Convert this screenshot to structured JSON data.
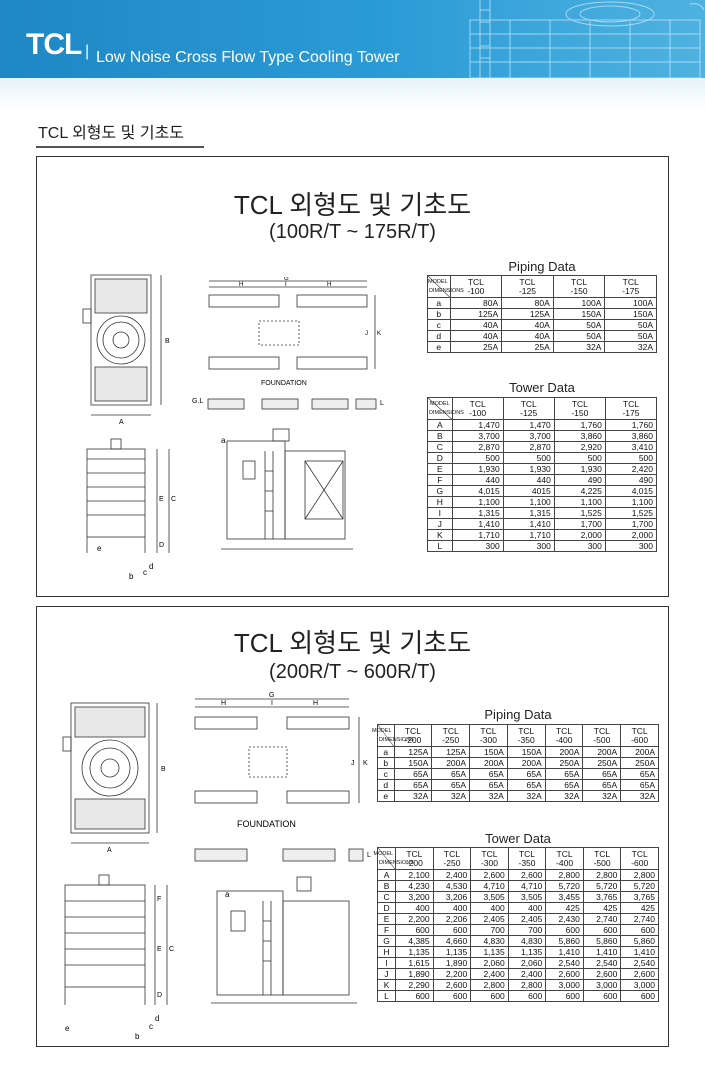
{
  "header": {
    "brand": "TCL",
    "separator": "|",
    "subtitle": "Low Noise Cross Flow Type Cooling Tower"
  },
  "section": {
    "title": "TCL 외형도 및 기초도"
  },
  "labels": {
    "foundation": "FOUNDATION",
    "model": "MODEL",
    "dimensions": "DIMENSIONS"
  },
  "panel1": {
    "title": "TCL 외형도 및 기초도",
    "subtitle": "(100R/T ~ 175R/T)",
    "piping": {
      "caption": "Piping Data",
      "models": [
        [
          "TCL",
          "-100"
        ],
        [
          "TCL",
          "-125"
        ],
        [
          "TCL",
          "-150"
        ],
        [
          "TCL",
          "-175"
        ]
      ],
      "rows": [
        [
          "a",
          "80A",
          "80A",
          "100A",
          "100A"
        ],
        [
          "b",
          "125A",
          "125A",
          "150A",
          "150A"
        ],
        [
          "c",
          "40A",
          "40A",
          "50A",
          "50A"
        ],
        [
          "d",
          "40A",
          "40A",
          "50A",
          "50A"
        ],
        [
          "e",
          "25A",
          "25A",
          "32A",
          "32A"
        ]
      ]
    },
    "tower": {
      "caption": "Tower Data",
      "models": [
        [
          "TCL",
          "-100"
        ],
        [
          "TCL",
          "-125"
        ],
        [
          "TCL",
          "-150"
        ],
        [
          "TCL",
          "-175"
        ]
      ],
      "rows": [
        [
          "A",
          "1,470",
          "1,470",
          "1,760",
          "1,760"
        ],
        [
          "B",
          "3,700",
          "3,700",
          "3,860",
          "3,860"
        ],
        [
          "C",
          "2,870",
          "2,870",
          "2,920",
          "3,410"
        ],
        [
          "D",
          "500",
          "500",
          "500",
          "500"
        ],
        [
          "E",
          "1,930",
          "1,930",
          "1,930",
          "2,420"
        ],
        [
          "F",
          "440",
          "440",
          "490",
          "490"
        ],
        [
          "G",
          "4,015",
          "4015",
          "4,225",
          "4,015"
        ],
        [
          "H",
          "1,100",
          "1,100",
          "1,100",
          "1,100"
        ],
        [
          "I",
          "1,315",
          "1,315",
          "1,525",
          "1,525"
        ],
        [
          "J",
          "1,410",
          "1,410",
          "1,700",
          "1,700"
        ],
        [
          "K",
          "1,710",
          "1,710",
          "2,000",
          "2,000"
        ],
        [
          "L",
          "300",
          "300",
          "300",
          "300"
        ]
      ]
    }
  },
  "panel2": {
    "title": "TCL 외형도 및 기초도",
    "subtitle": "(200R/T ~ 600R/T)",
    "piping": {
      "caption": "Piping Data",
      "models": [
        [
          "TCL",
          "-200"
        ],
        [
          "TCL",
          "-250"
        ],
        [
          "TCL",
          "-300"
        ],
        [
          "TCL",
          "-350"
        ],
        [
          "TCL",
          "-400"
        ],
        [
          "TCL",
          "-500"
        ],
        [
          "TCL",
          "-600"
        ]
      ],
      "rows": [
        [
          "a",
          "125A",
          "125A",
          "150A",
          "150A",
          "200A",
          "200A",
          "200A"
        ],
        [
          "b",
          "150A",
          "200A",
          "200A",
          "200A",
          "250A",
          "250A",
          "250A"
        ],
        [
          "c",
          "65A",
          "65A",
          "65A",
          "65A",
          "65A",
          "65A",
          "65A"
        ],
        [
          "d",
          "65A",
          "65A",
          "65A",
          "65A",
          "65A",
          "65A",
          "65A"
        ],
        [
          "e",
          "32A",
          "32A",
          "32A",
          "32A",
          "32A",
          "32A",
          "32A"
        ]
      ]
    },
    "tower": {
      "caption": "Tower Data",
      "models": [
        [
          "TCL",
          "-200"
        ],
        [
          "TCL",
          "-250"
        ],
        [
          "TCL",
          "-300"
        ],
        [
          "TCL",
          "-350"
        ],
        [
          "TCL",
          "-400"
        ],
        [
          "TCL",
          "-500"
        ],
        [
          "TCL",
          "-600"
        ]
      ],
      "rows": [
        [
          "A",
          "2,100",
          "2,400",
          "2,600",
          "2,600",
          "2,800",
          "2,800",
          "2,800"
        ],
        [
          "B",
          "4,230",
          "4,530",
          "4,710",
          "4,710",
          "5,720",
          "5,720",
          "5,720"
        ],
        [
          "C",
          "3,200",
          "3,206",
          "3,505",
          "3,505",
          "3,455",
          "3,765",
          "3,765"
        ],
        [
          "D",
          "400",
          "400",
          "400",
          "400",
          "425",
          "425",
          "425"
        ],
        [
          "E",
          "2,200",
          "2,206",
          "2,405",
          "2,405",
          "2,430",
          "2,740",
          "2,740"
        ],
        [
          "F",
          "600",
          "600",
          "700",
          "700",
          "600",
          "600",
          "600"
        ],
        [
          "G",
          "4,385",
          "4,660",
          "4,830",
          "4,830",
          "5,860",
          "5,860",
          "5,860"
        ],
        [
          "H",
          "1,135",
          "1,135",
          "1,135",
          "1,135",
          "1,410",
          "1,410",
          "1,410"
        ],
        [
          "I",
          "1,615",
          "1,890",
          "2,060",
          "2,060",
          "2,540",
          "2,540",
          "2,540"
        ],
        [
          "J",
          "1,890",
          "2,200",
          "2,400",
          "2,400",
          "2,600",
          "2,600",
          "2,600"
        ],
        [
          "K",
          "2,290",
          "2,600",
          "2,800",
          "2,800",
          "3,000",
          "3,000",
          "3,000"
        ],
        [
          "L",
          "600",
          "600",
          "600",
          "600",
          "600",
          "600",
          "600"
        ]
      ]
    }
  }
}
